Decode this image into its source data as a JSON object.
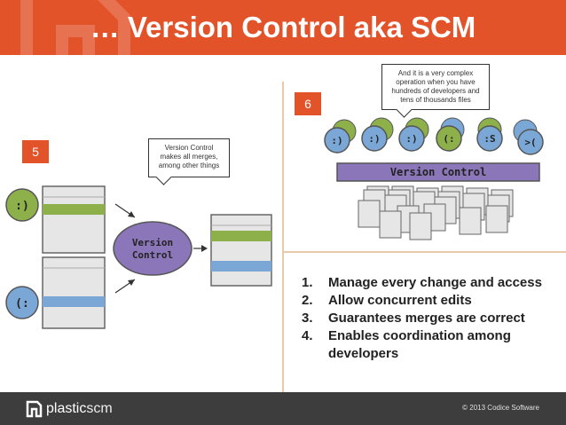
{
  "header": {
    "title": "… Version Control aka SCM"
  },
  "panel5": {
    "badge": "5",
    "callout_text": "Version Control makes all merges, among other things",
    "callout_lines": [
      "Version Control",
      "makes all merges,",
      "among other things"
    ],
    "face_top": ":)",
    "face_bottom": "(:",
    "ellipse_line1": "Version",
    "ellipse_line2": "Control"
  },
  "panel6": {
    "badge": "6",
    "callout_lines": [
      "And it is a very complex",
      "operation when you have",
      "hundreds of developers and",
      "tens of thousands files"
    ],
    "faces": [
      ":)",
      ":)",
      ":)",
      "(:",
      ":S",
      ">("
    ],
    "bar_label": "Version Control"
  },
  "list": {
    "items": [
      {
        "num": "1.",
        "text": "Manage every change and access"
      },
      {
        "num": "2.",
        "text": "Allow concurrent edits"
      },
      {
        "num": "3.",
        "text": "Guarantees merges are correct"
      },
      {
        "num": "4.",
        "text": "Enables coordination among developers"
      }
    ]
  },
  "footer": {
    "logo_plastic": "plastic",
    "logo_scm": "scm",
    "copyright": "© 2013 Codice Software"
  },
  "colors": {
    "accent": "#e2532a",
    "green": "#8db04a",
    "blue": "#7aa7d6",
    "purple": "#8a76b8",
    "footer": "#3d3d3d"
  }
}
